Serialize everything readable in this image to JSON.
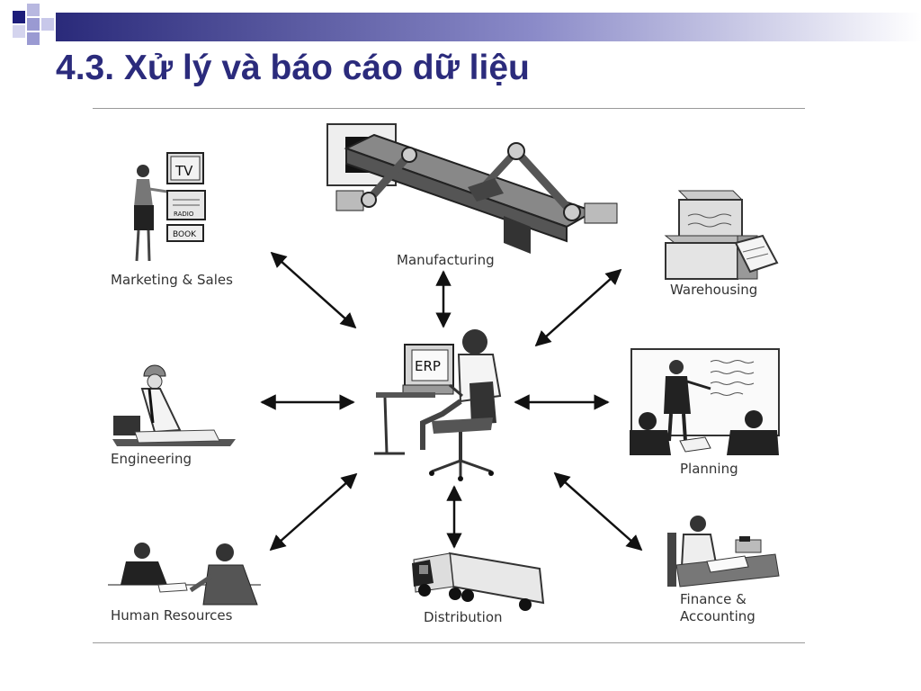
{
  "slide": {
    "title": "4.3. Xử lý và báo cáo dữ liệu"
  },
  "colors": {
    "title": "#2b2b7c",
    "decor_navy": "#1d1d7a",
    "decor_lavender": "#9a9ad2",
    "bar_gradient_start": "#2a2a7a"
  },
  "hub": {
    "screen_text": "ERP"
  },
  "departments": [
    {
      "key": "marketing",
      "label": "Marketing & Sales",
      "props": [
        "TV",
        "RADIO",
        "BOOK"
      ]
    },
    {
      "key": "manufacturing",
      "label": "Manufacturing"
    },
    {
      "key": "warehousing",
      "label": "Warehousing"
    },
    {
      "key": "engineering",
      "label": "Engineering"
    },
    {
      "key": "planning",
      "label": "Planning"
    },
    {
      "key": "hr",
      "label": "Human Resources"
    },
    {
      "key": "distribution",
      "label": "Distribution"
    },
    {
      "key": "finance",
      "label": "Finance &",
      "label2": "Accounting"
    }
  ]
}
